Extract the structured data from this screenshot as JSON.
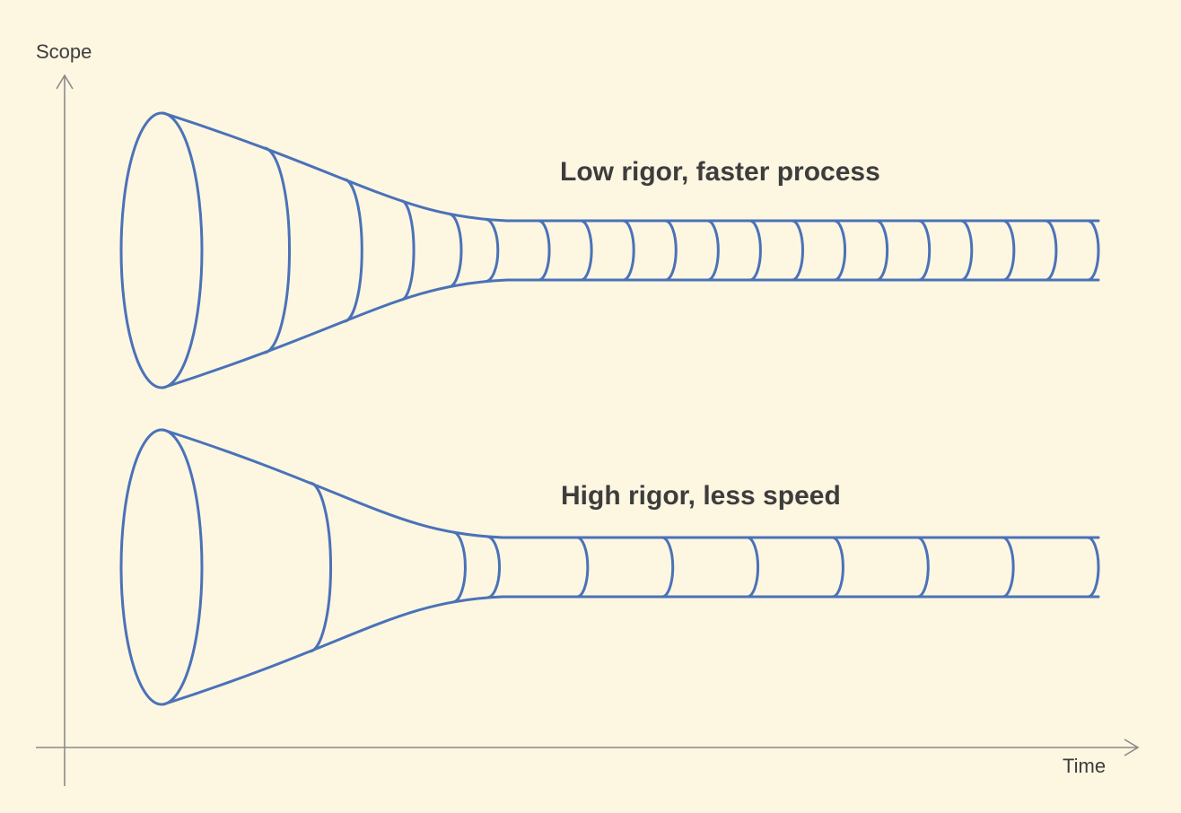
{
  "colors": {
    "background": "#fdf6e1",
    "funnel_stroke": "#4a72b8",
    "axis": "#8a8a8a",
    "text": "#3d3d3d"
  },
  "axes": {
    "y_label": "Scope",
    "x_label": "Time"
  },
  "funnels": [
    {
      "label": "Low rigor, faster process",
      "widening_segments": 5,
      "tube_segments": 14
    },
    {
      "label": "High rigor, less speed",
      "widening_segments": 3,
      "tube_segments": 7
    }
  ]
}
